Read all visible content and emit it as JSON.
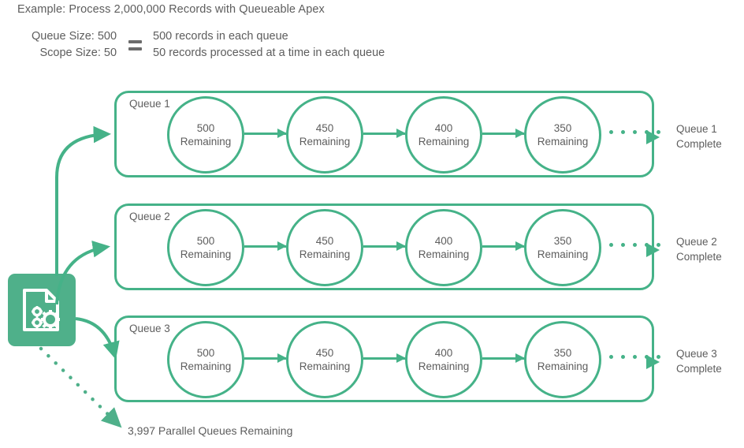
{
  "header": {
    "title": "Example: Process 2,000,000 Records with Queueable Apex",
    "legend": {
      "left_lines": [
        "Queue Size: 500",
        "Scope Size: 50"
      ],
      "equals_icon": "equals-icon",
      "right_lines": [
        "500 records in each queue",
        "50 records processed at a time in each queue"
      ]
    }
  },
  "source": {
    "icon": "document-gears-icon"
  },
  "queues": [
    {
      "label": "Queue 1",
      "nodes": [
        {
          "count": "500",
          "unit": "Remaining"
        },
        {
          "count": "450",
          "unit": "Remaining"
        },
        {
          "count": "400",
          "unit": "Remaining"
        },
        {
          "count": "350",
          "unit": "Remaining"
        }
      ],
      "complete_lines": [
        "Queue 1",
        "Complete"
      ]
    },
    {
      "label": "Queue 2",
      "nodes": [
        {
          "count": "500",
          "unit": "Remaining"
        },
        {
          "count": "450",
          "unit": "Remaining"
        },
        {
          "count": "400",
          "unit": "Remaining"
        },
        {
          "count": "350",
          "unit": "Remaining"
        }
      ],
      "complete_lines": [
        "Queue 2",
        "Complete"
      ]
    },
    {
      "label": "Queue 3",
      "nodes": [
        {
          "count": "500",
          "unit": "Remaining"
        },
        {
          "count": "450",
          "unit": "Remaining"
        },
        {
          "count": "400",
          "unit": "Remaining"
        },
        {
          "count": "350",
          "unit": "Remaining"
        }
      ],
      "complete_lines": [
        "Queue 3",
        "Complete"
      ]
    }
  ],
  "footer": {
    "remaining_note": "3,997 Parallel Queues Remaining"
  },
  "colors": {
    "accent_green": "#45B288",
    "icon_fill": "#4FB08A",
    "text_gray": "#5d5d5d",
    "equals_gray": "#6b6b6b",
    "background": "#ffffff"
  }
}
